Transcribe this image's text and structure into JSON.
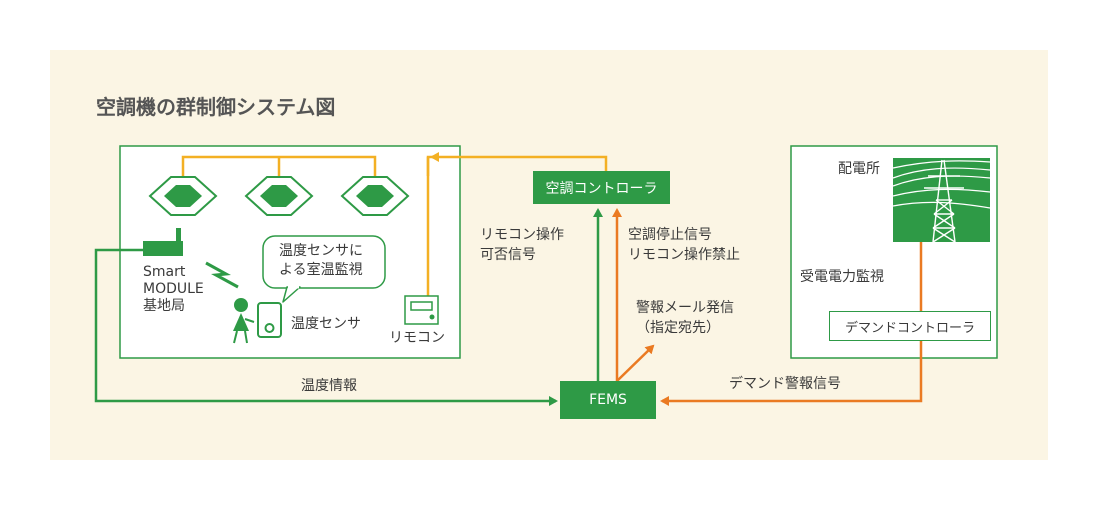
{
  "title": "空調機の群制御システム図",
  "colors": {
    "green": "#2e9a46",
    "orange": "#ea7a22",
    "yellow": "#f3b024",
    "panel": "#fbf5e4",
    "dark": "#555555"
  },
  "nodes": {
    "ac_controller": "空調コントローラ",
    "fems": "FEMS",
    "demand_controller": "デマンドコントローラ",
    "smart_module": [
      "Smart",
      "MODULE",
      "基地局"
    ],
    "sensor_bubble": [
      "温度センサに",
      "よる室温監視"
    ],
    "sensor_label": "温度センサ",
    "remote_label": "リモコン",
    "substation": "配電所"
  },
  "edges": {
    "remote_ok": [
      "リモコン操作",
      "可否信号"
    ],
    "stop_signal": [
      "空調停止信号",
      "リモコン操作禁止"
    ],
    "alert_mail": [
      "警報メール発信",
      "（指定宛先）"
    ],
    "power_watch": "受電電力監視",
    "temp_info": "温度情報",
    "demand_alert": "デマンド警報信号"
  },
  "icons": [
    "ceiling-cassette-ac-icon",
    "antenna-base-station-icon",
    "wireless-signal-icon",
    "person-icon",
    "temperature-sensor-icon",
    "remote-control-icon",
    "transmission-tower-icon",
    "power-line-icon"
  ]
}
